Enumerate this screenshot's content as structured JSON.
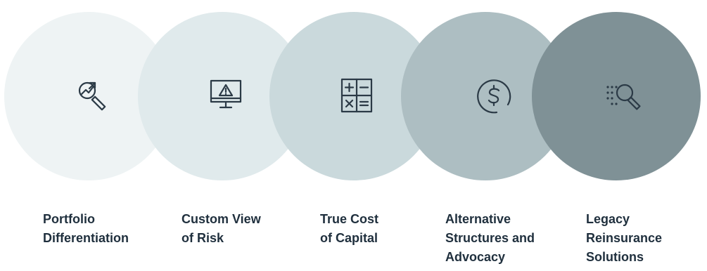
{
  "items": [
    {
      "label": "Portfolio\nDifferentiation",
      "icon": "magnifier-growth-chart-icon",
      "color": "#eef3f4"
    },
    {
      "label": "Custom View\nof Risk",
      "icon": "monitor-warning-icon",
      "color": "#e0eaec"
    },
    {
      "label": "True Cost\nof Capital",
      "icon": "calculator-icon",
      "color": "#cad9dc"
    },
    {
      "label": "Alternative\nStructures and\nAdvocacy",
      "icon": "dollar-circle-icon",
      "color": "#adbec2"
    },
    {
      "label": "Legacy\nReinsurance\nSolutions",
      "icon": "dotted-search-icon",
      "color": "#7f9196"
    }
  ],
  "icon_stroke_color": "#2b3a46"
}
